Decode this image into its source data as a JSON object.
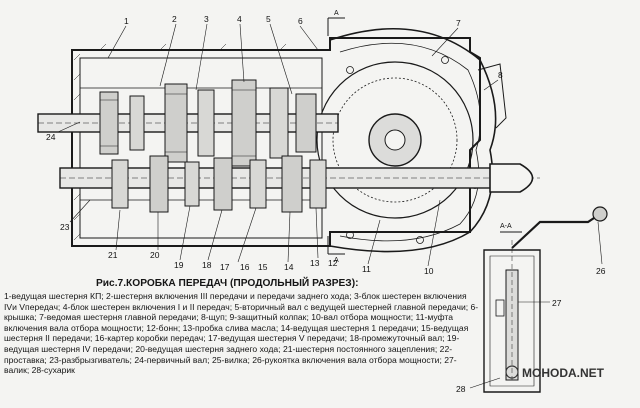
{
  "figure": {
    "title": "Рис.7.КОРОБКА ПЕРЕДАЧ (ПРОДОЛЬНЫЙ РАЗРЕЗ):",
    "legend": "1-ведущая шестерня КП; 2-шестерня включения III передачи и передачи заднего хода; 3-блок шестерен включения IVи Vпередач; 4-блок шестерен включения I и II передач; 5-вторичный вал с ведущей шестерней главной передачи; 6-крышка; 7-ведомая шестерня главной передачи; 8-щуп; 9-защитный колпак; 10-вал отбора мощности; 11-муфта включения вала отбора мощности; 12-бонн; 13-пробка слива масла; 14-ведущая шестерня 1 передачи; 15-ведущая шестерня II передачи; 16-картер коробки передач; 17-ведущая шестерня V передачи; 18-промежуточный вал; 19-ведущая шестерня IV передачи; 20-ведущая шестерня заднего хода; 21-шестерня постоянного зацепления; 22-проставка; 23-разбрызгиватель; 24-первичный вал; 25-вилка; 26-рукоятка включения вала отбора мощности; 27-валик; 28-сухарик"
  },
  "callouts": {
    "top": [
      "1",
      "2",
      "3",
      "4",
      "5",
      "6",
      "7",
      "8"
    ],
    "left": [
      "24",
      "23"
    ],
    "bottom": [
      "21",
      "20",
      "19",
      "18",
      "17",
      "16",
      "15",
      "14",
      "13",
      "12",
      "11",
      "10"
    ],
    "lever": [
      "26",
      "27",
      "28"
    ],
    "section_marks": [
      "А",
      "А",
      "А-А"
    ]
  },
  "watermark": "MOHODA.NET",
  "colors": {
    "ink": "#1a1a1a",
    "paper": "#f4f4f2"
  }
}
